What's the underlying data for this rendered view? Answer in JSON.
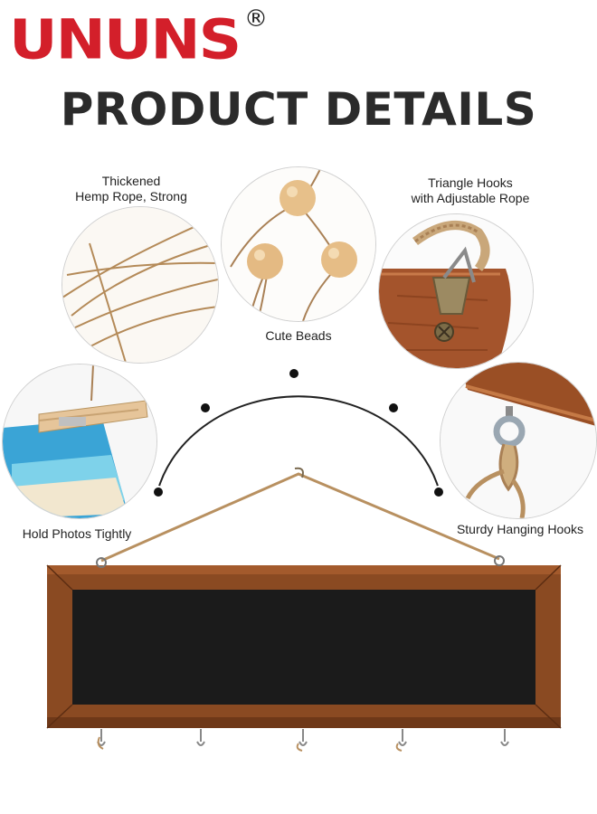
{
  "brand": {
    "logo": "UNUNS",
    "registered": "®",
    "color": "#d31f2a"
  },
  "title": "PRODUCT DETAILS",
  "features": [
    {
      "line1": "Thickened",
      "line2": "Hemp Rope, Strong",
      "icon": "hemp-rope-closeup"
    },
    {
      "line1": "Cute Beads",
      "icon": "wooden-beads-closeup"
    },
    {
      "line1": "Triangle Hooks",
      "line2": "with Adjustable Rope",
      "icon": "triangle-hook-closeup"
    },
    {
      "line1": "Hold Photos Tightly",
      "icon": "clothespin-photo-closeup"
    },
    {
      "line1": "Sturdy Hanging Hooks",
      "icon": "screw-eye-hook-closeup"
    }
  ],
  "colors": {
    "wood": "#8a4a22",
    "chalkboard": "#1b1b1b",
    "rope": "#b89060"
  }
}
